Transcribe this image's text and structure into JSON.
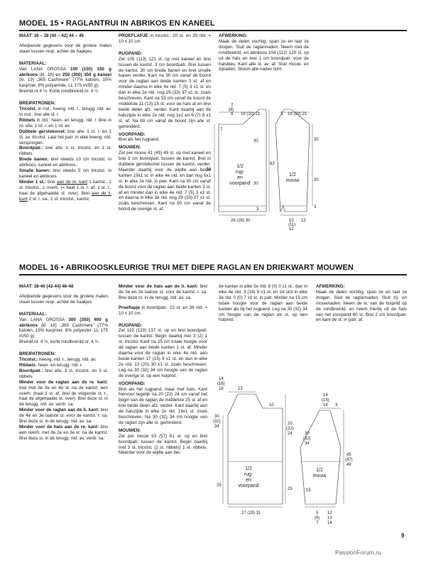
{
  "model15": {
    "title": "MODEL 15 • RAGLANTRUI IN ABRIKOS EN KANEEL",
    "col1": {
      "maat": "MAAT: 36 – 38 (40 – 42) 44 – 46",
      "afwijkend": "Afwijkende gegevens voor de grotere maten staan tussen resp. achter de haakjes.",
      "materiaal_head": "MATERIAAL:",
      "materiaal_a": "Van LANA GROSSA ",
      "materiaal_b": "100 (150) 150 g abrikoos",
      "materiaal_c": " (kl. 18) en ",
      "materiaal_d": "250 (300) 350 g kaneel",
      "materiaal_e": " (kl. 19) „365 Cashmere” (77% katoen, 15% kasjmier, 8% polyamide, LL 175 m/50 g).",
      "naalden": "Breinld.nr 4 ½. Korte rondbreinld.nr. 4 ½.",
      "breipatronen_head": "BREIPATRONEN:",
      "tricotst_label": "Tricotst.",
      "tricotst_text": " in rnd.: heeng. nld. r., terugg. nld. av. In rnd.: brei alle st. r.",
      "ribbels_label": "Ribbels",
      "ribbels_text": " in nld.: heen- en terugg. nld. r. Brei in rd. afw. 1 rd. r. en 1 rd. av.",
      "dubbele_label": "Dubbele gerstekorrel:",
      "dubbele_text": " brei afw. 1 st. r. en 1 st. av. tricotst. Laat het patr. in elke heeng. nld. verspringen.",
      "boordpatr_label": "Boordpatr.:",
      "boordpatr_text": " brei afw. 1 st. tricotst. en 1 st. ribbels.",
      "brede_label": "Brede banen:",
      "brede_text": " brei steeds 10 cm tricotst. in abrikoos, kaneel en abrikoos.",
      "smalle_label": "Smalle banen:",
      "smalle_text": " brei steeds 5 cm tricotst. in kaneel en abrikoos.",
      "minder_label": "Minder 1 st.:",
      "minder_text_a": " brei ",
      "minder_u1": "aan de re. kant",
      "minder_text_b": " 1 kantst., 1 st. tricotst., 1 overh. (= haal 1 st. r. af, 1 st. r., haal de afgehaalde st. over). Brei ",
      "minder_u2": "aan de li. kant",
      "minder_text_c": " 2 st. r. sa., 1 st. tricotst., kantst."
    },
    "col2": {
      "proeflapje_label": "PROEFLAPJE",
      "proeflapje_text": " in tricotst.: 20 st. en 30 nld. = 10 x 10 cm.",
      "rugpand_head": "RUGPAND:",
      "rugpand_text": "Zet 105 (113) 121 st. op met kaneel en brei tussen de kantst. 3 cm boordpatr. Brei tussen de kantst. 30 cm brede banen en brei smalle banen verder. Kant na 30 cm vanaf de boord voor de raglan aan beide kanten 3 st. af en minder daarna in elke 4e nld. 7 (5) 3 x1 st. en dan in elke 2e nld. nog 29 (33) 37 x1 st. zoals beschreven. Kant na 53 cm vanaf de boord de middelste 11 (13) 15 st. voor de hals af en brei beide delen afz. verder. Kant daarbij aan de halszijde in elke 2e nld. nog 1x2 en 6 (7) 8 x1 st. af. Na 60 cm vanaf de boord zijn alle st. geminderd.",
      "voorpand_head": "VOORPAND:",
      "voorpand_text": "Brei als het rugpand.",
      "mouwen_head": "MOUWEN:",
      "mouwen_text": "Zet per mouw 41 (45) 49 st. op met kaneel en brei 3 cm boordpatr. tussen de kantst. Brei in dubbele gerstekorrel tussen de kantst. verder. Meerder daarbij voor de wijdte aan beide kanten 19x1 st. in elke 4e nld. en dan nog 5x1 st. in elke 2e nld. in patr. Kant na 30 cm vanaf de boord voor de raglan aan beide kanten 3 st. af en minder dan in elke 4e nld. 7 (5) 3 x1 st. en daarna in elke 2e nld. nog 29 (33) 27 x1 st. zoals beschreven. Kant na 60 cm vanaf de boord de overige st. af."
    },
    "col3": {
      "afwerking_head": "AFWERKING:",
      "afwerking_text": "Maak de delen vochtig, span ze en laat ze drogen. Sluit de raglannaden. Neem met de rondbreinld. en abrikoos 104 (112) 120 st. op uit de hals en brei 1 cm boordpatr. voor de halsbies. Kant alle st. av. af. Sluit mouw- en zijnaden. Stoom alle naden licht."
    },
    "diagram": {
      "body_label_1": "1/2",
      "body_label_2": "rug-",
      "body_label_3": "en",
      "body_label_4": "voorpand",
      "sleeve_label_1": "1/2",
      "sleeve_label_2": "mouw",
      "dims": {
        "left_top_a": "7",
        "left_top_b": "(8)",
        "left_top_c": "9",
        "neck": "19 (20) 21",
        "left_cap": "7",
        "raglan_body": "30",
        "height_total": "56",
        "side_body": "30",
        "rib_body": "3",
        "height_mid": "63",
        "bottom_body": "26 (28) 30",
        "sleeve_top_a": "3",
        "sleeve_top_b": "19 (20) 21",
        "raglan_sleeve": "30",
        "sleeve_len": "30",
        "rib_sleeve": "3",
        "cuff_a": "10",
        "cuff_b": "(11)",
        "cuff_c": "12",
        "sleeve_w": "12"
      }
    }
  },
  "model16": {
    "title": "MODEL 16 • ABRIKOOSKLEURIGE TRUI MET DIEPE RAGLAN EN DRIEKWART MOUWEN",
    "col1": {
      "maat": "MAAT: 38-40 (42-44) 46-48",
      "afwijkend": "Afwijkende gegevens voor de grotere maten staan tussen resp. achter de haakjes.",
      "materiaal_head": "MATERIAAL:",
      "materiaal_a": "Van LANA GROSSA ",
      "materiaal_b": "300 (350) 400 g abrikoos",
      "materiaal_c": " (kl. 18) „365 Cashmere” (77% katoen, 15% kasjmier, 8% polyester. LL 175 m/50 g)",
      "naalden": "Breinld.nr. 4 ½, korte rondbreinld.nr. 4 ½.",
      "breipatronen_head": "BREIPATRONEN:",
      "tricotst_label": "Tricotst.:",
      "tricotst_text": " heeng. nld. r., terugg. nld. av.",
      "ribbels_label": "Ribbels:",
      "ribbels_text": " heen- en terugg. nld. r.",
      "boordpatr_label": "Boordpatr.:",
      "boordpatr_text": " brei afw. 3 st. tricotst. en 3 st. ribbels.",
      "m1_label": "Minder voor de raglan aan de re. kant:",
      "m1_text": " brei met de 3e en 4e st. na de kantst. een overh. (haal 1 st. af, brei de volgende st. r., haal de afgehaalde st. over). Brei deze st. in de terugg. nld. av. verdr. sa.",
      "m2_label": "Minder voor de raglan aan de li. kant:",
      "m2_text": " brei de 4e en 3e laatste st. voor de kantst. r. sa. Brei deze st. in de terugg. nld. av. sa.",
      "m3_label": "Minder voor de hals aan de re. kant:",
      "m3_text": " brei een overh. met de 2e en 3e st. na de kantst. Brei deze st. in de terugg. nld. av. verdr. sa."
    },
    "col2": {
      "m4_label": "Minder voor de hals aan de li. kant:",
      "m4_text": " brei de 3e en 2e laatste st. voor de kantst. r. sa. Brei deze st. in de terugg. nld. av. sa.",
      "proeflapje_label": "Proeflapje",
      "proeflapje_text": " in boordpatr.: 22 st. en 36 nld. = 10 x 10 cm.",
      "rugpand_head": "RUGPAND:",
      "rugpand_text": "Zet 119 (129) 137 st. op en brei boordpatr. tussen de kantst. Begin daarbij met 3 (2) 1 st. tricotst. Kant na 25 cm totale hoogte voor de raglan aan beide kanten 1 st. af. Minder daarna voor de raglan in elke 4e nld. aan beide kanten 17 (15) 9 x1 st. en dan in elke 2e nld. 13 (20) 30 x1 st. zoals beschreven. Leg na 30 (32) 34 cm hoogte van de raglan de overige st. op een hulpnld.",
      "voorpand_head": "VOORPAND:",
      "voorpand_text": "Brei als het rugpand, maar met hals. Kant hiervoor tegelijk na 20 (22) 24 cm vanaf het begin van de raglan de middelste 25 st. af en brei beide delen afz. verder. Kant daarbij aan de halszijde in elke 2e nld. 16x1 st. zoals beschreven. Na 30 (32) 34 cm hoogte van de raglan zijn alle st. geminderd.",
      "mouwen_head": "MOUWEN:",
      "mouwen_text": "Zet per mouw 53 (57) 61 st. op en brei boordpatr. tussen de kantst. Begin daarbij met 3 st. tricotst. (2 st. ribbels) 1 st. ribbels. Meerder voor de wijdte aan bei-"
    },
    "col3": {
      "text": "de kanten in elke 5e nld. 8 (0) 0 x1 st., dan in elke 4e nld. 3 (14) 9 x1 st. en tot slot in elke 3e nld. 0 (0) 7 x1 st. in patr. Minder na 15 cm totale hoogte voor de raglan aan beide kanten als bij het rugpand. Leg na 30 (32) 34 cm hoogte van de raglan de st. op een hulpnld."
    },
    "col4": {
      "afwerking_head": "AFWERKING:",
      "afwerking_text": "Maak de delen vochtig, span ze en laat ze drogen. Sluit de raglannaden. Sluit zij- en mouwnaden. Neem de st. van de hulpnld op de rondbreinld. en neem hierbij uit de hals van het voorpand 60 st. Brei 2 cm boordpatr. en kant de st. in patr. af."
    },
    "diagram": {
      "body_label_1": "1/2",
      "body_label_2": "rug-",
      "body_label_3": "en",
      "body_label_4": "voorpand",
      "sleeve_label_1": "1/2",
      "sleeve_label_2": "mouw",
      "dims": {
        "body_top_a": "14",
        "body_top_b": "(16)",
        "body_top_c": "18",
        "neck": "13",
        "neck_drop": "10",
        "raglan_h_a": "30",
        "raglan_h_b": "(32)",
        "raglan_h_c": "34",
        "side": "25",
        "body_w_a": "20",
        "body_w_b": "(22)",
        "body_w_c": "24",
        "front_h": "25",
        "bottom_body": "27 (29) 31",
        "sleeve_top_a": "14",
        "sleeve_top_b": "(16)",
        "sleeve_top_c": "18",
        "sleeve_cap": "3",
        "sleeve_raglan_a": "30",
        "sleeve_raglan_b": "(32)",
        "sleeve_raglan_c": "34",
        "sleeve_len": "15",
        "sleeve_h_a": "45",
        "sleeve_h_b": "(47)",
        "sleeve_h_c": "49",
        "cuff_a": "5",
        "cuff_b": "(6)",
        "cuff_c": "7",
        "cuff2_a": "12",
        "cuff2_b": "13",
        "cuff2_c": "14"
      }
    }
  },
  "footer": {
    "page_number": "9",
    "watermark": "PassionForum.ru"
  }
}
